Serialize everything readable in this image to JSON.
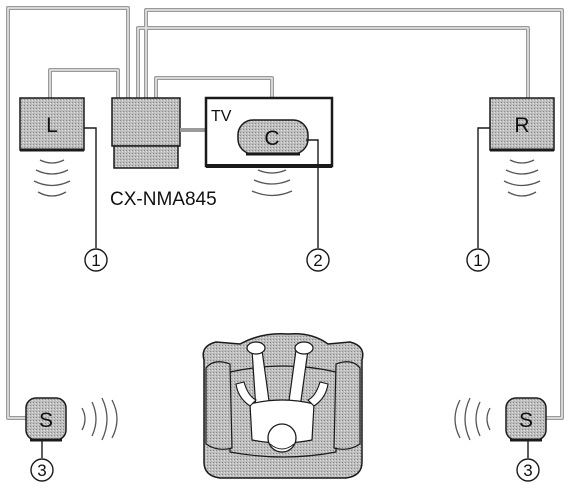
{
  "diagram": {
    "speakers": {
      "left": "L",
      "right": "R",
      "center": "C",
      "surround_left": "S",
      "surround_right": "S"
    },
    "tv_label": "TV",
    "unit_label": "CX-NMA845",
    "callouts": {
      "left_front": "1",
      "center": "2",
      "right_front": "1",
      "surround_left": "3",
      "surround_right": "3"
    },
    "colors": {
      "gray_fill": "#b3b3b3",
      "cable": "#9a9a9a",
      "outline": "#1a1a1a"
    },
    "icons": [
      "sound-waves-icon",
      "listener-in-armchair-icon"
    ]
  }
}
